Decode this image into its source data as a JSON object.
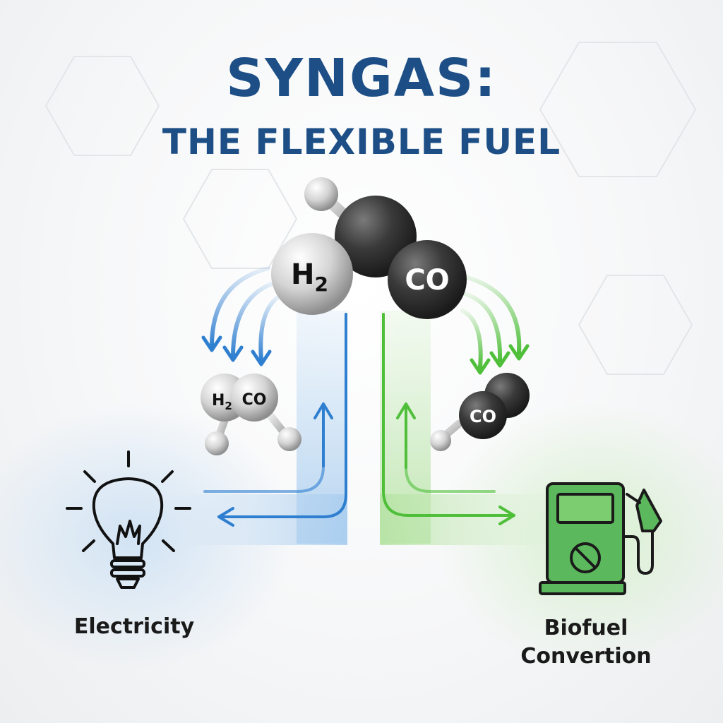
{
  "title": {
    "line1": "SYNGAS:",
    "line2": "THE FLEXIBLE FUEL"
  },
  "molecules": {
    "main_h2": "H",
    "main_h2_sub": "2",
    "main_co": "CO",
    "left_h2": "H",
    "left_h2_sub": "2",
    "left_co": "CO",
    "right_co": "CO"
  },
  "outputs": {
    "left_label": "Electricity",
    "right_label_line1": "Biofuel",
    "right_label_line2": "Convertion"
  },
  "icons": {
    "left": "lightbulb-icon",
    "right": "fuel-pump-icon"
  },
  "colors": {
    "title": "#1d4f86",
    "blue_flow": "#2f7fd0",
    "green_flow": "#4fbf3a",
    "pump": "#5cb85c"
  }
}
